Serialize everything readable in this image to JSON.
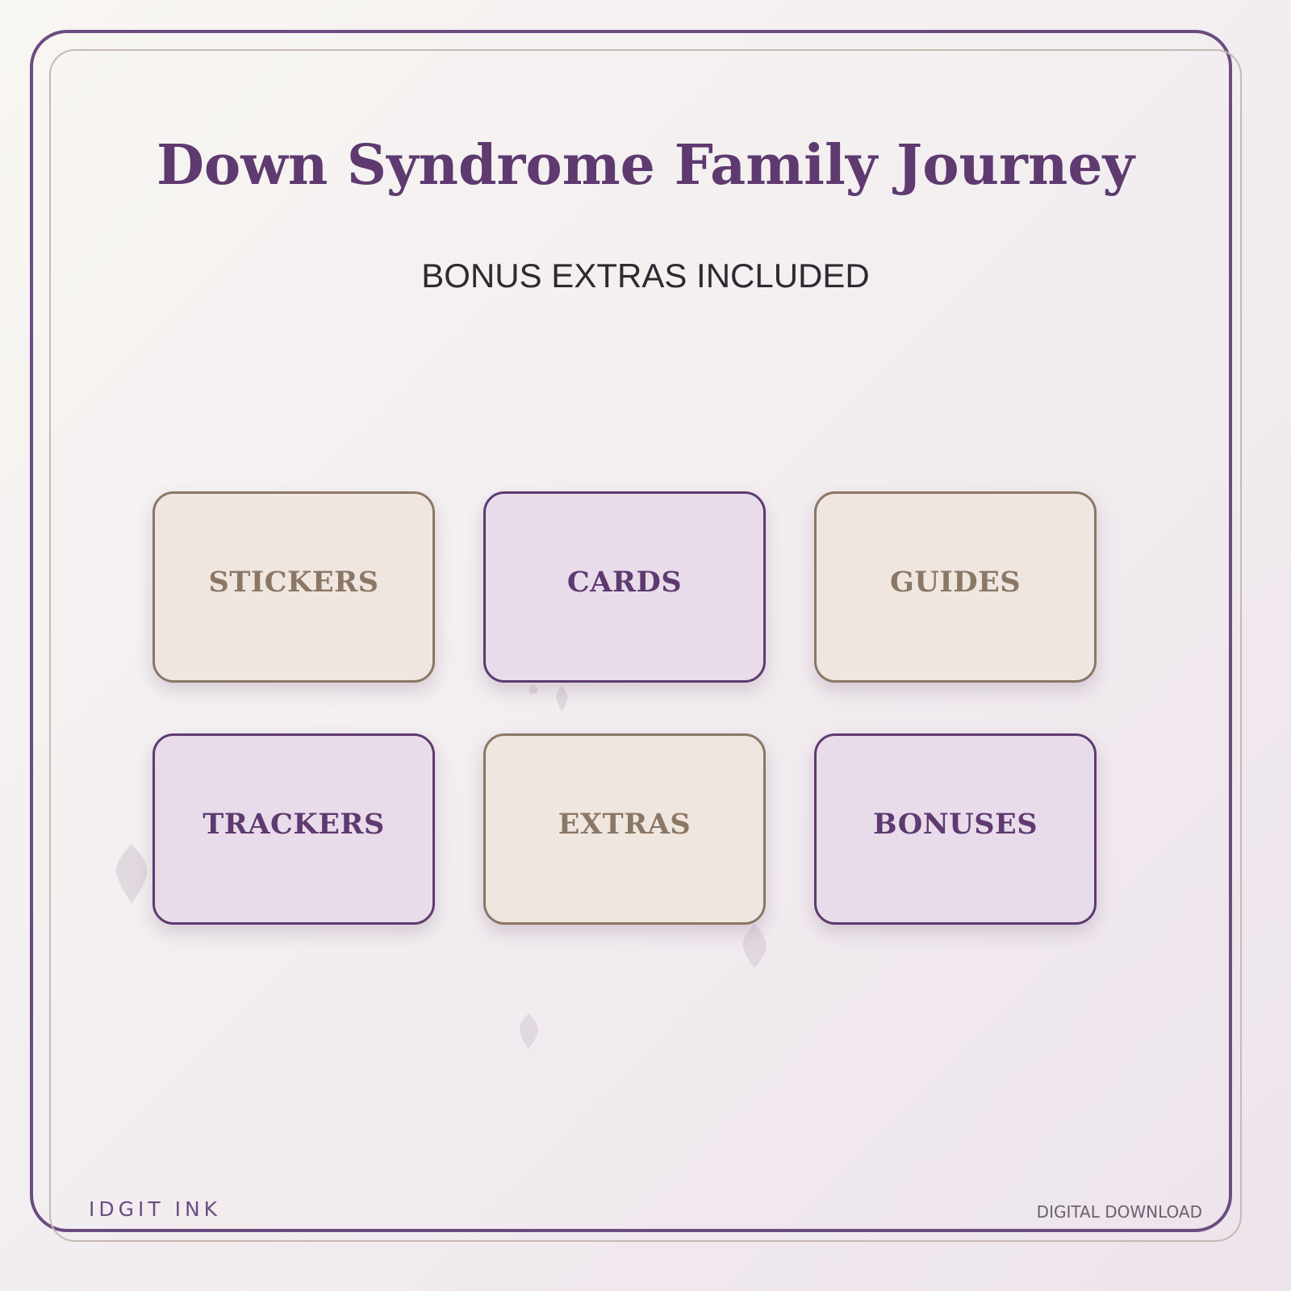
{
  "header": {
    "title": "Down Syndrome Family Journey",
    "subtitle": "BONUS EXTRAS INCLUDED"
  },
  "tiles": [
    {
      "label": "STICKERS",
      "style": "tan"
    },
    {
      "label": "CARDS",
      "style": "purple"
    },
    {
      "label": "GUIDES",
      "style": "tan"
    },
    {
      "label": "TRACKERS",
      "style": "purple"
    },
    {
      "label": "EXTRAS",
      "style": "tan"
    },
    {
      "label": "BONUSES",
      "style": "purple"
    }
  ],
  "footer": {
    "brand": "IDGIT INK",
    "download_label": "DIGITAL DOWNLOAD"
  },
  "colors": {
    "accent_purple": "#5e3a70",
    "frame_purple": "#6b4c80",
    "tan": "#8b7766",
    "tan_fill": "#efe6df",
    "lavender_fill": "#e8dcea"
  }
}
